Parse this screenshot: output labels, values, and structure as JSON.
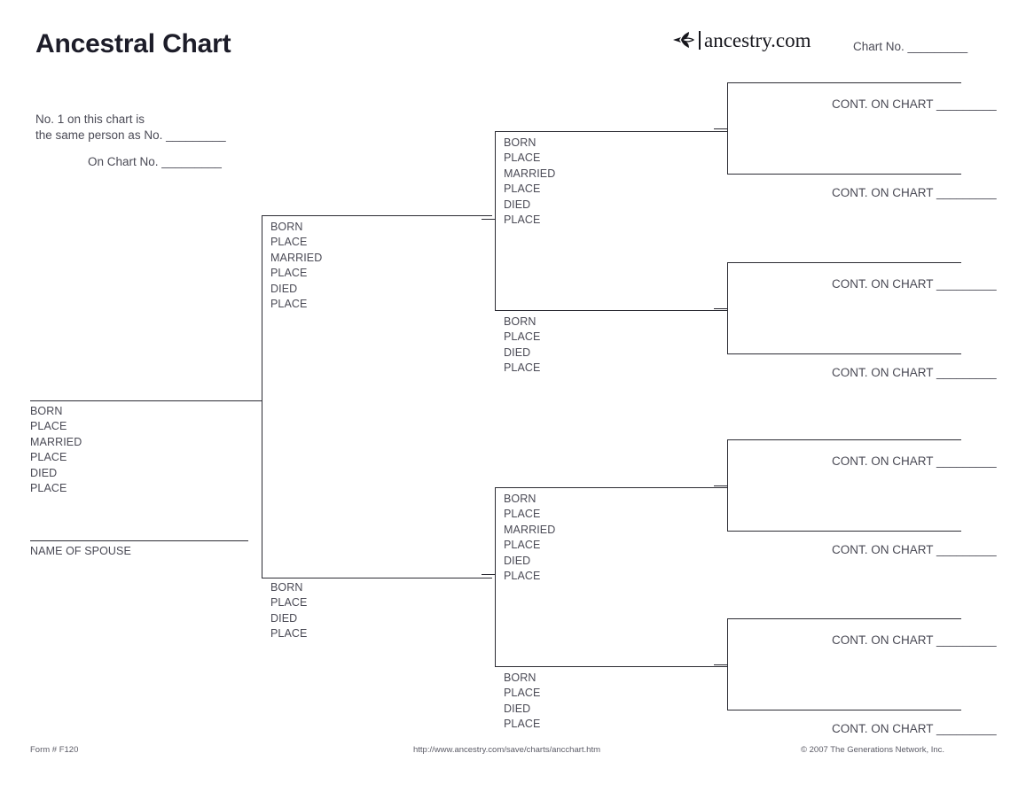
{
  "document": {
    "title": "Ancestral Chart",
    "brand": {
      "name": "ancestry.com",
      "mark": "leaf-flourish-icon"
    },
    "chart_no_label": "Chart No. _________"
  },
  "cross_reference": {
    "line1": "No. 1 on this chart is",
    "line2": "the same person as No. _________",
    "line3": "On Chart No. _________"
  },
  "field_labels": {
    "born": "BORN",
    "place": "PLACE",
    "married": "MARRIED",
    "died": "DIED",
    "spouse": "NAME OF SPOUSE"
  },
  "persons": {
    "p1": {
      "fields": [
        "BORN",
        "PLACE",
        "MARRIED",
        "PLACE",
        "DIED",
        "PLACE"
      ],
      "spouse_label": "NAME OF SPOUSE"
    },
    "p2": {
      "fields": [
        "BORN",
        "PLACE",
        "MARRIED",
        "PLACE",
        "DIED",
        "PLACE"
      ]
    },
    "p3": {
      "fields": [
        "BORN",
        "PLACE",
        "DIED",
        "PLACE"
      ]
    },
    "p4": {
      "fields": [
        "BORN",
        "PLACE",
        "MARRIED",
        "PLACE",
        "DIED",
        "PLACE"
      ]
    },
    "p5": {
      "fields": [
        "BORN",
        "PLACE",
        "DIED",
        "PLACE"
      ]
    },
    "p6": {
      "fields": [
        "BORN",
        "PLACE",
        "MARRIED",
        "PLACE",
        "DIED",
        "PLACE"
      ]
    },
    "p7": {
      "fields": [
        "BORN",
        "PLACE",
        "DIED",
        "PLACE"
      ]
    }
  },
  "continuations": [
    {
      "label": "CONT. ON CHART _________"
    },
    {
      "label": "CONT. ON CHART _________"
    },
    {
      "label": "CONT. ON CHART _________"
    },
    {
      "label": "CONT. ON CHART _________"
    },
    {
      "label": "CONT. ON CHART _________"
    },
    {
      "label": "CONT. ON CHART _________"
    },
    {
      "label": "CONT. ON CHART _________"
    },
    {
      "label": "CONT. ON CHART _________"
    }
  ],
  "footer": {
    "form_number": "Form # F120",
    "url": "http://www.ancestry.com/save/charts/ancchart.htm",
    "copyright": "© 2007 The Generations Network, Inc."
  }
}
